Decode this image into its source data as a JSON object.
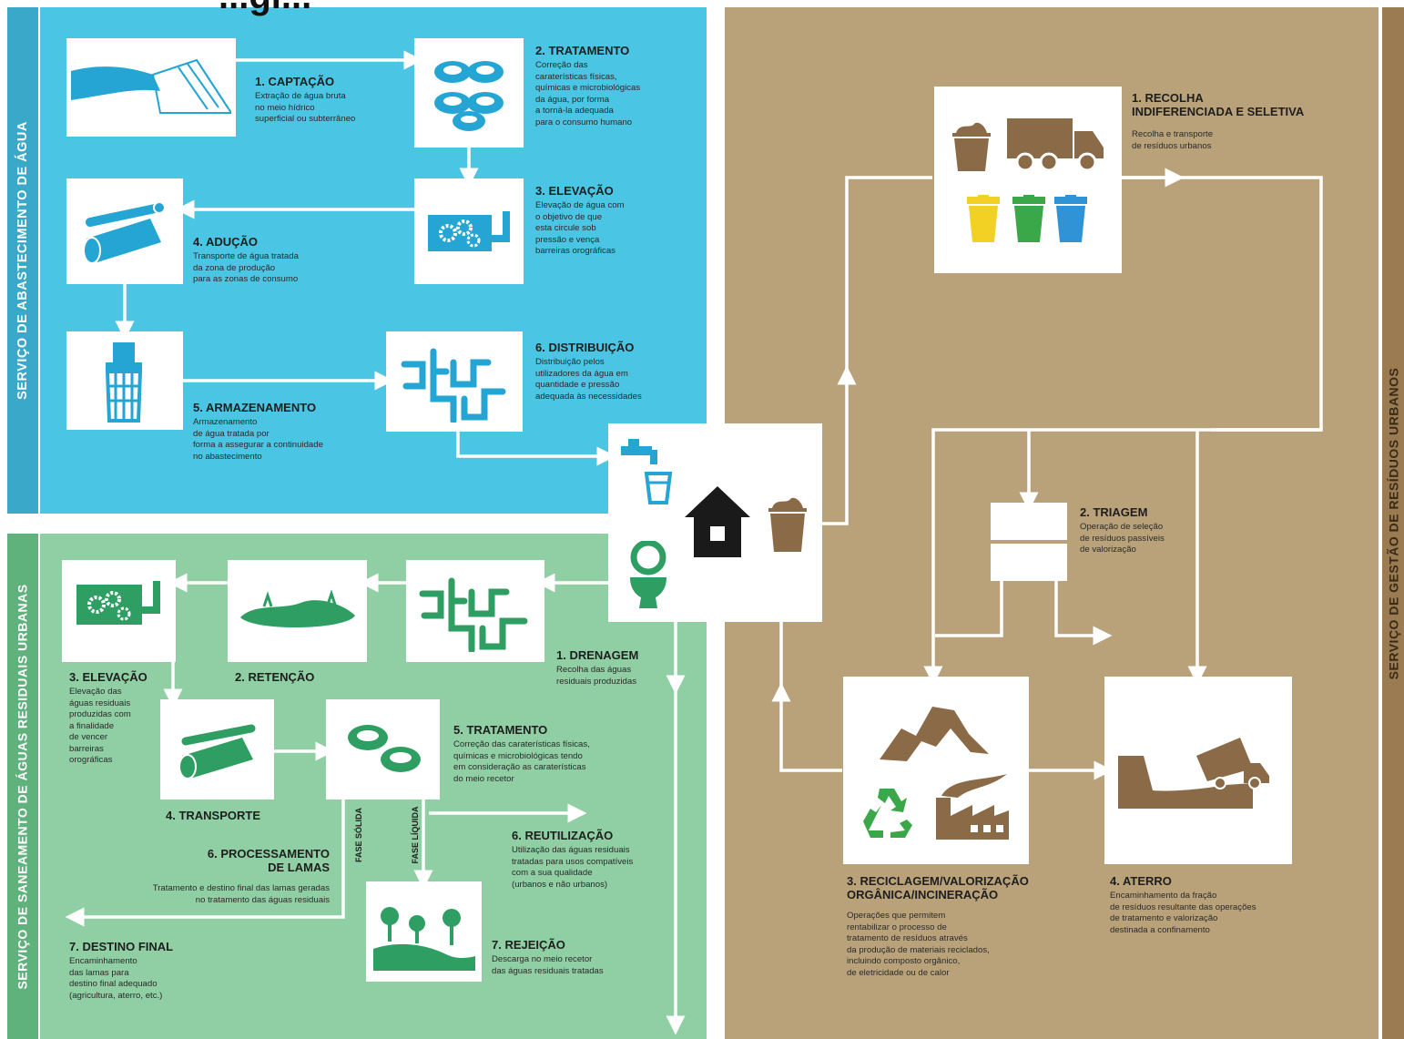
{
  "header_fragment": "...gi...",
  "colors": {
    "water_bg": "#4ac5e3",
    "water_bar": "#3aa8c8",
    "water_icon": "#24a5d3",
    "waste_water_bg": "#8fcfa3",
    "waste_water_bar": "#5fb27c",
    "waste_water_icon": "#2f9e62",
    "waste_bg": "#b9a27a",
    "waste_bar": "#9a7b52",
    "waste_icon": "#8a6a47",
    "bin_yellow": "#f2d024",
    "bin_green": "#3aa748",
    "bin_blue": "#2f93d6",
    "house": "#1a1a1a"
  },
  "sections": {
    "water_supply": "SERVIÇO DE ABASTECIMENTO DE ÁGUA",
    "waste_water": "SERVIÇO DE SANEAMENTO DE ÁGUAS RESIDUAIS URBANAS",
    "waste_management": "SERVIÇO DE GESTÃO DE RESÍDUOS URBANOS"
  },
  "water": {
    "s1": {
      "title": "1. CAPTAÇÃO",
      "desc": "Extração de água bruta\nno meio hídrico\nsuperficial ou subterrâneo",
      "icon": "dam-icon"
    },
    "s2": {
      "title": "2. TRATAMENTO",
      "desc": "Correção das\ncaraterísticas físicas,\nquímicas e microbiológicas\nda água, por forma\na torná-la adequada\npara o consumo humano",
      "icon": "treatment-tanks-icon"
    },
    "s3": {
      "title": "3. ELEVAÇÃO",
      "desc": "Elevação de água com\no objetivo de que\nesta circule sob\npressão e vença\nbarreiras orográficas",
      "icon": "pump-gears-icon"
    },
    "s4": {
      "title": "4. ADUÇÃO",
      "desc": "Transporte de água tratada\nda zona de produção\npara as zonas de consumo",
      "icon": "pipeline-icon"
    },
    "s5": {
      "title": "5. ARMAZENAMENTO",
      "desc": "Armazenamento\nde água tratada por\nforma a assegurar a continuidade\nno abastecimento",
      "icon": "water-tower-icon"
    },
    "s6": {
      "title": "6. DISTRIBUIÇÃO",
      "desc": "Distribuição pelos\nutilizadores da água em\nquantidade e pressão\nadequada às necessidades",
      "icon": "distribution-pipes-icon"
    }
  },
  "waste_water": {
    "s1": {
      "title": "1. DRENAGEM",
      "desc": "Recolha das águas\nresiduais produzidas",
      "icon": "drainage-pipes-icon"
    },
    "s2": {
      "title": "2. RETENÇÃO",
      "icon": "retention-basin-icon"
    },
    "s3": {
      "title": "3. ELEVAÇÃO",
      "desc": "Elevação das\náguas residuais\nproduzidas com\na finalidade\nde vencer\nbarreiras\norográficas",
      "icon": "pump-gears-icon"
    },
    "s4": {
      "title": "4. TRANSPORTE",
      "icon": "pipeline-icon"
    },
    "s5": {
      "title": "5. TRATAMENTO",
      "desc": "Correção das caraterísticas físicas,\nquímicas e microbiológicas tendo\nem consideração as caraterísticas\ndo meio recetor",
      "icon": "treatment-tanks-icon"
    },
    "s6": {
      "title": "6. REUTILIZAÇÃO",
      "desc": "Utilização das águas residuais\ntratadas para usos compatíveis\ncom a sua qualidade\n(urbanos e não urbanos)"
    },
    "s6b": {
      "title": "6. PROCESSAMENTO\nDE LAMAS",
      "desc": "Tratamento e destino final das lamas geradas\nno tratamento das águas residuais"
    },
    "s7a": {
      "title": "7. DESTINO FINAL",
      "desc": "Encaminhamento\ndas lamas para\ndestino final adequado\n(agricultura, aterro, etc.)"
    },
    "s7b": {
      "title": "7. REJEIÇÃO",
      "desc": "Descarga no meio recetor\ndas águas residuais tratadas",
      "icon": "river-trees-icon"
    },
    "phase_solid": "FASE SÓLIDA",
    "phase_liquid": "FASE LÍQUIDA"
  },
  "waste": {
    "s1": {
      "title": "1. RECOLHA\nINDIFERENCIADA E SELETIVA",
      "desc": "Recolha e transporte\nde resíduos urbanos"
    },
    "s2": {
      "title": "2. TRIAGEM",
      "desc": "Operação de seleção\nde resíduos passíveis\nde valorização"
    },
    "s3": {
      "title": "3. RECICLAGEM/VALORIZAÇÃO\nORGÂNICA/INCINERAÇÃO",
      "desc": "Operações que permitem\nrentabilizar o processo de\ntratamento de resíduos através\nda produção de materiais reciclados,\nincluindo composto orgânico,\nde eletricidade ou de calor"
    },
    "s4": {
      "title": "4. ATERRO",
      "desc": "Encaminhamento da fração\nde resíduos resultante das operações\nde tratamento e valorização\ndestinada a confinamento"
    }
  },
  "center": {
    "icons": [
      "tap-icon",
      "cup-icon",
      "toilet-icon",
      "house-icon",
      "waste-bin-icon"
    ]
  }
}
